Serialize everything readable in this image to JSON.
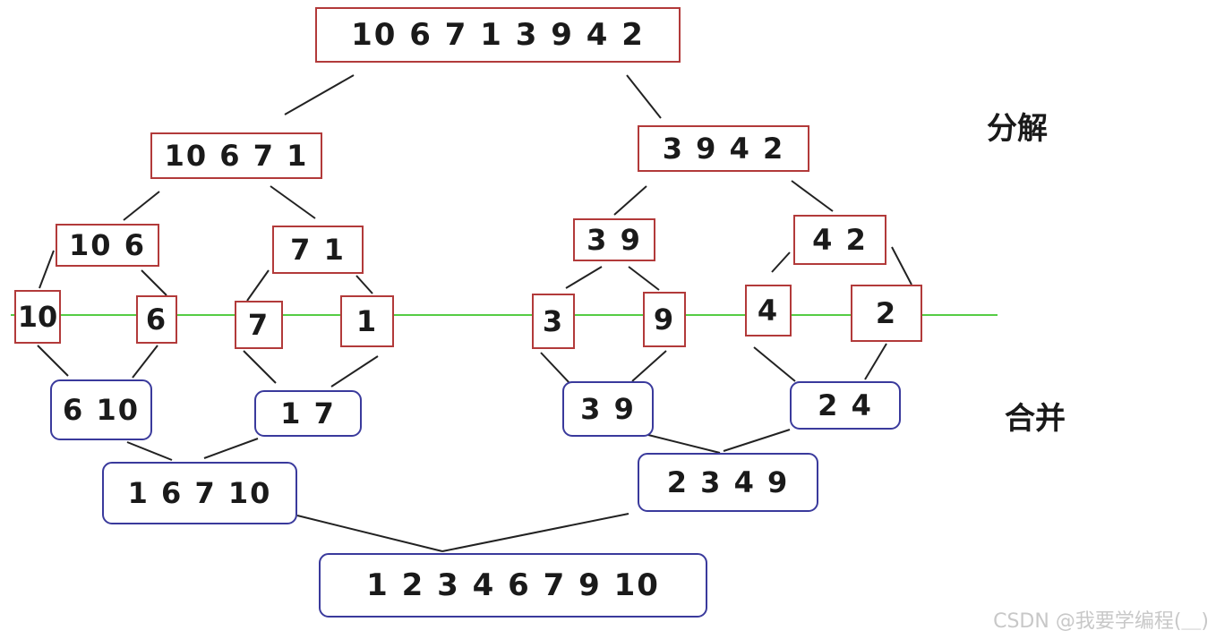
{
  "tree": {
    "root": "10 6 7 1 3 9 4 2",
    "level1": [
      "10 6 7 1",
      "3 9 4 2"
    ],
    "level2": [
      "10 6",
      "7 1",
      "3 9",
      "4 2"
    ],
    "leaves": [
      "10",
      "6",
      "7",
      "1",
      "3",
      "9",
      "4",
      "2"
    ],
    "merge1": [
      "6 10",
      "1 7",
      "3 9",
      "2 4"
    ],
    "merge2": [
      "1 6 7 10",
      "2 3 4 9"
    ],
    "result": "1 2 3 4 6 7 9 10"
  },
  "labels": {
    "split": "分解",
    "merge": "合并"
  },
  "watermark": "CSDN @我要学编程(＿)",
  "colors": {
    "split_border": "#b23a3a",
    "merge_border": "#3a3a9c",
    "divider": "#55cc44",
    "edge": "#222222"
  }
}
